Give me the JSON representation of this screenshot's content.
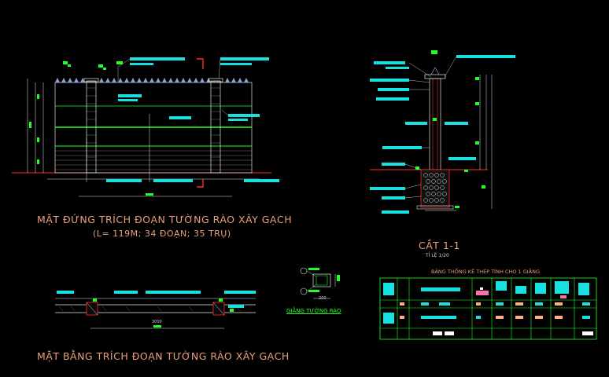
{
  "labels": {
    "elevation_title": "MẶT ĐỨNG TRÍCH ĐOẠN TƯỜNG RÀO XÂY GẠCH",
    "elevation_sub": "(L= 119M; 34 ĐOẠN; 35 TRỤ)",
    "section_title": "CẮT 1-1",
    "section_scale": "TỈ LỆ 1/20",
    "plan_title": "MẶT BẰNG TRÍCH ĐOẠN TƯỜNG RÀO XÂY GẠCH",
    "beam_title": "GIẰNG TƯỜNG RÀO",
    "table_title": "BẢNG THỐNG KÊ THÉP TÍNH CHO 1 GIẰNG",
    "beam_dim": "200",
    "plan_dim": "3000"
  },
  "colors": {
    "background": "#000000",
    "line_white": "#e6e6e6",
    "line_green": "#22ff22",
    "line_red": "#ff2a2a",
    "line_cyan": "#18e0e0",
    "text_orange": "#e8a07a",
    "pink": "#ff6fb0"
  }
}
